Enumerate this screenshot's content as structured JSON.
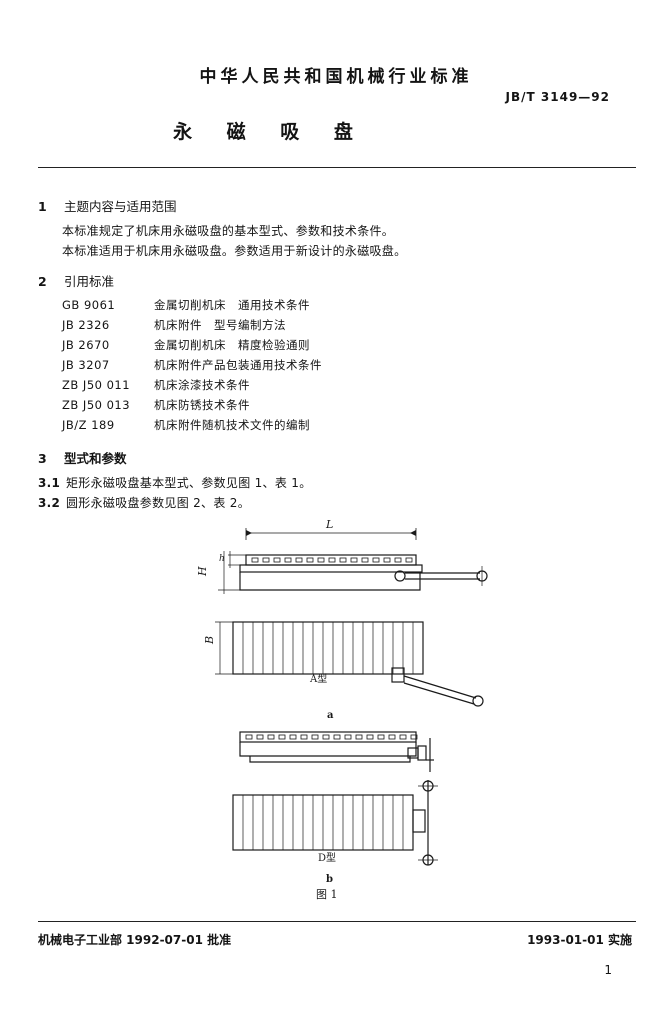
{
  "header": {
    "organization": "中华人民共和国机械行业标准",
    "standard_code": "JB/T 3149—92",
    "title": "永 磁 吸 盘"
  },
  "sections": {
    "s1": {
      "number": "1",
      "heading": "主题内容与适用范围",
      "paragraphs": [
        "本标准规定了机床用永磁吸盘的基本型式、参数和技术条件。",
        "本标准适用于机床用永磁吸盘。参数适用于新设计的永磁吸盘。"
      ]
    },
    "s2": {
      "number": "2",
      "heading": "引用标准",
      "references": [
        {
          "code": "GB 9061",
          "name": "金属切削机床　通用技术条件"
        },
        {
          "code": "JB 2326",
          "name": "机床附件　型号编制方法"
        },
        {
          "code": "JB 2670",
          "name": "金属切削机床　精度检验通则"
        },
        {
          "code": "JB 3207",
          "name": "机床附件产品包装通用技术条件"
        },
        {
          "code": "ZB J50 011",
          "name": "机床涂漆技术条件"
        },
        {
          "code": "ZB J50 013",
          "name": "机床防锈技术条件"
        },
        {
          "code": "JB/Z 189",
          "name": "机床附件随机技术文件的编制"
        }
      ]
    },
    "s3": {
      "number": "3",
      "heading": "型式和参数",
      "items": [
        {
          "number": "3.1",
          "text": "矩形永磁吸盘基本型式、参数见图 1、表 1。"
        },
        {
          "number": "3.2",
          "text": "圆形永磁吸盘参数见图 2、表 2。"
        }
      ]
    }
  },
  "figure": {
    "dim_L": "L",
    "dim_H": "H",
    "dim_h": "h",
    "dim_B": "B",
    "label_a_type": "A型",
    "label_a": "a",
    "label_d_type": "D型",
    "label_b": "b",
    "caption": "图 1"
  },
  "footer": {
    "approval": "机械电子工业部 1992-07-01 批准",
    "implementation": "1993-01-01 实施",
    "page": "1"
  }
}
